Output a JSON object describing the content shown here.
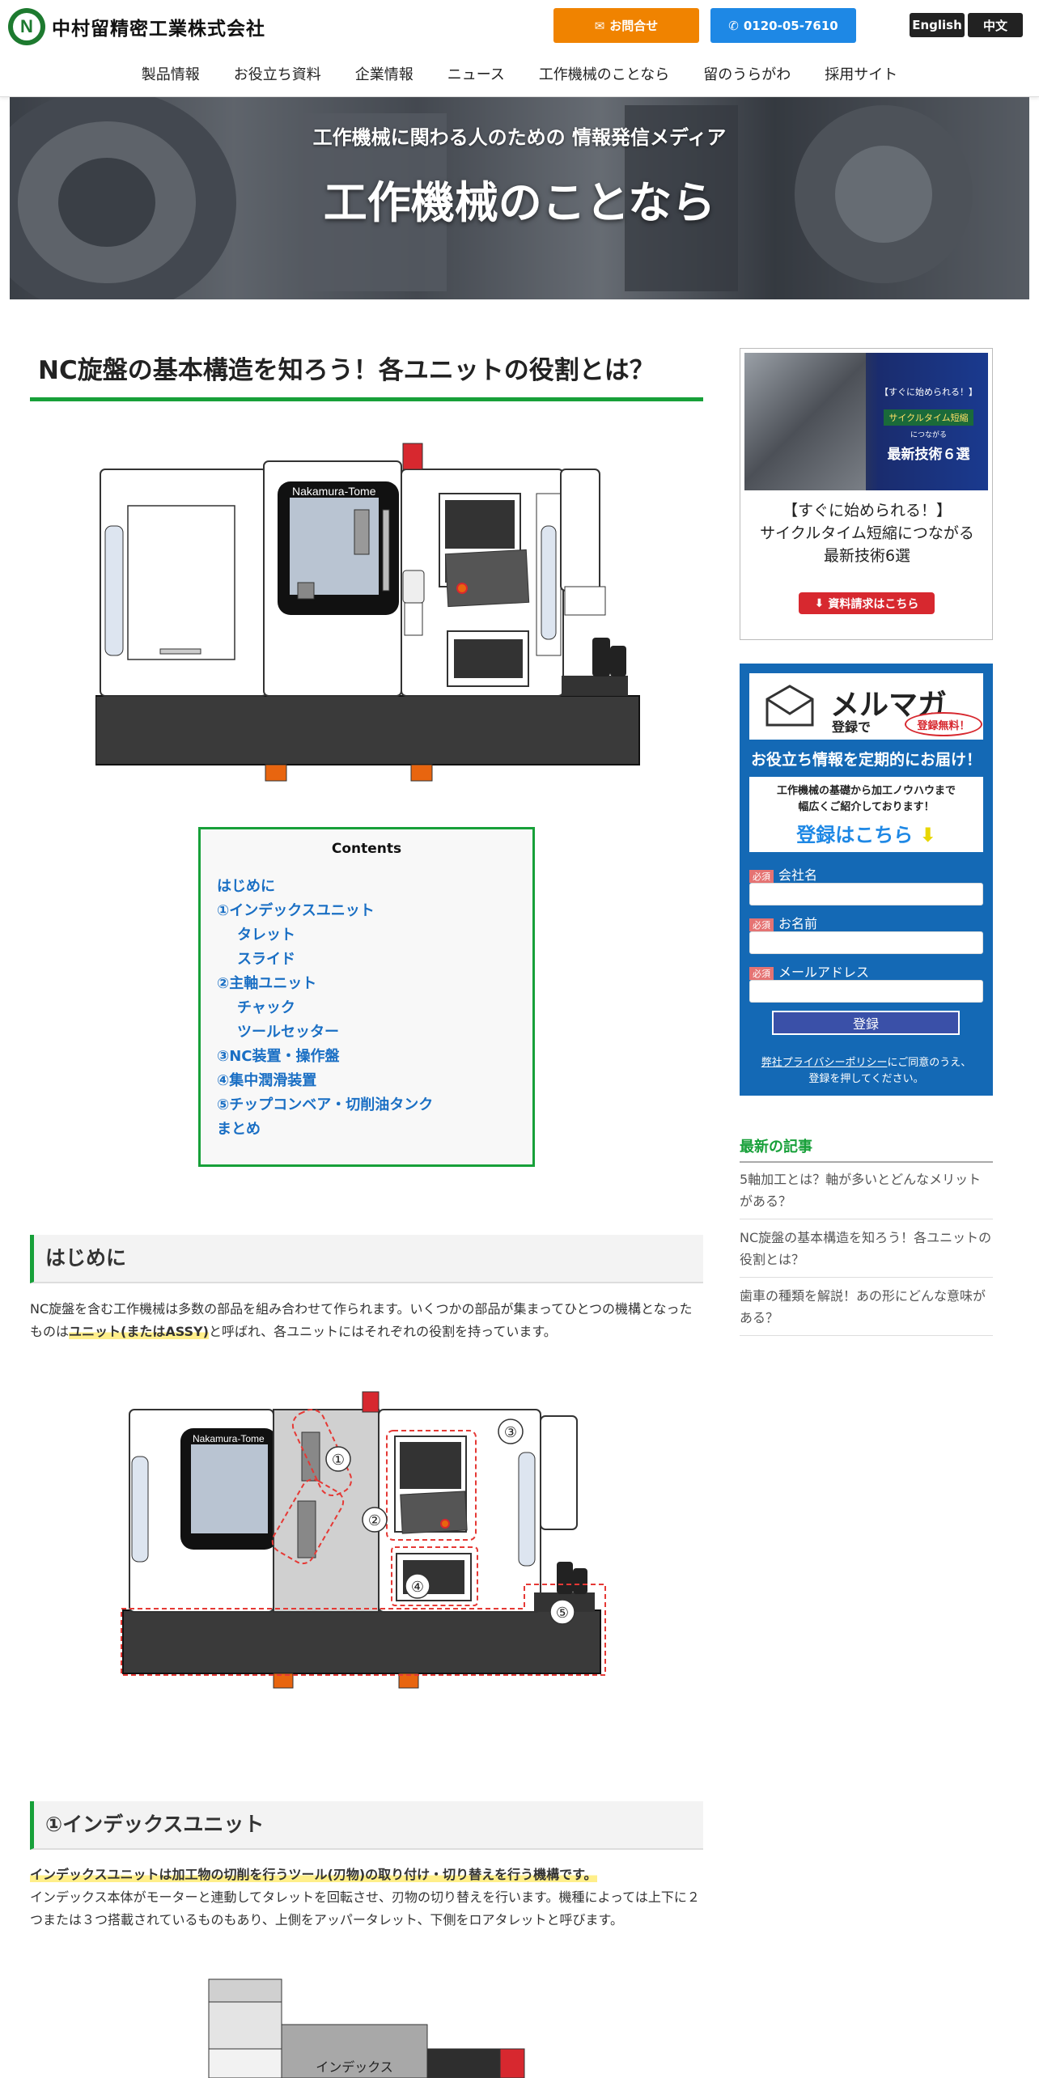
{
  "header": {
    "company_name": "中村留精密工業株式会社",
    "contact_label": "お問合せ",
    "phone_label": "0120-05-7610",
    "lang_en": "English",
    "lang_cn": "中文",
    "accent_orange": "#f08300",
    "accent_blue": "#1e88e5"
  },
  "nav": {
    "items": [
      "製品情報",
      "お役立ち資料",
      "企業情報",
      "ニュース",
      "工作機械のことなら",
      "留のうらがわ",
      "採用サイト"
    ]
  },
  "hero": {
    "subtitle": "工作機械に関わる人のための 情報発信メディア",
    "title": "工作機械のことなら"
  },
  "article": {
    "title": "NC旋盤の基本構造を知ろう！各ユニットの役割とは？",
    "machine_brand": "Nakamura-Tome",
    "accent_green": "#17a039",
    "toc": {
      "title": "Contents",
      "items": [
        "はじめに",
        "①インデックスユニット",
        "タレット",
        "スライド",
        "②主軸ユニット",
        "チャック",
        "ツールセッター",
        "③NC装置・操作盤",
        "④集中潤滑装置",
        "⑤チップコンベア・切削油タンク",
        "まとめ"
      ]
    },
    "intro": {
      "heading": "はじめに",
      "text_before": "NC旋盤を含む工作機械は多数の部品を組み合わせて作られます。いくつかの部品が集まってひとつの機構となったものは",
      "highlight": "ユニット(またはASSY)",
      "text_after": "と呼ばれ、各ユニットにはそれぞれの役割を持っています。"
    },
    "diagram_labels": [
      "①",
      "②",
      "③",
      "④",
      "⑤"
    ],
    "index_unit": {
      "heading": "①インデックスユニット",
      "highlight": "インデックスユニットは加工物の切削を行うツール(刃物)の取り付け・切り替えを行う機構です。",
      "text": "インデックス本体がモーターと連動してタレットを回転させ、刃物の切り替えを行います。機種によっては上下に２つまたは３つ搭載されているものもあり、上側をアッパータレット、下側をロアタレットと呼びます。",
      "diagram_label": "インデックス"
    }
  },
  "sidebar": {
    "ad": {
      "img_line1": "【すぐに始められる！】",
      "img_line2": "サイクルタイム短縮",
      "img_line3": "につながる",
      "img_line4": "最新技術６選",
      "text_line1": "【すぐに始められる！】",
      "text_line2": "サイクルタイム短縮につながる",
      "text_line3": "最新技術6選",
      "button": "資料請求はこちら"
    },
    "mailmag": {
      "title": "メルマガ",
      "subtitle": "登録で",
      "badge": "登録無料！",
      "tagline": "お役立ち情報を定期的にお届け！",
      "white_line1": "工作機械の基礎から加工ノウハウまで",
      "white_line2": "幅広くご紹介しております！",
      "white_cta": "登録はこちら",
      "required": "必須",
      "field_company": "会社名",
      "field_name": "お名前",
      "field_email": "メールアドレス",
      "submit": "登録",
      "note_link": "弊社プライバシーポリシー",
      "note_rest": "にご同意のうえ、",
      "note_line2": "登録を押してください。"
    },
    "recent": {
      "heading": "最新の記事",
      "items": [
        "5軸加工とは？軸が多いとどんなメリットがある？",
        "NC旋盤の基本構造を知ろう！各ユニットの役割とは？",
        "歯車の種類を解説！あの形にどんな意味がある？"
      ]
    }
  }
}
